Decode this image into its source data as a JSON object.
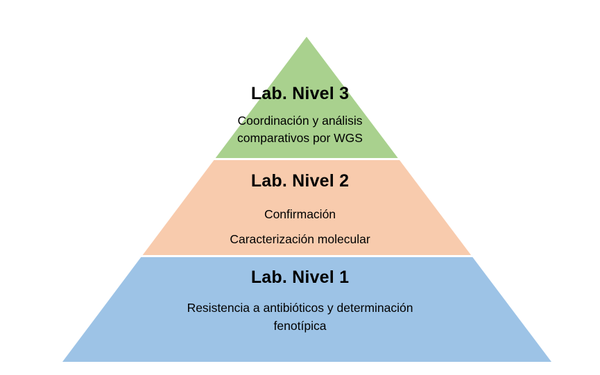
{
  "diagram": {
    "type": "pyramid",
    "levels": [
      {
        "rank": 3,
        "title": "Lab. Nivel 3",
        "description_lines": [
          "Coordinación y análisis",
          "comparativos por WGS"
        ],
        "color": "#A9D18E"
      },
      {
        "rank": 2,
        "title": "Lab. Nivel 2",
        "description_lines": [
          "Confirmación",
          "Caracterización molecular"
        ],
        "color": "#F8CBAD"
      },
      {
        "rank": 1,
        "title": "Lab. Nivel 1",
        "description_lines": [
          "Resistencia a antibióticos y determinación",
          "fenotípica"
        ],
        "color": "#9DC3E6"
      }
    ],
    "separator_color": "#FFFFFF"
  }
}
